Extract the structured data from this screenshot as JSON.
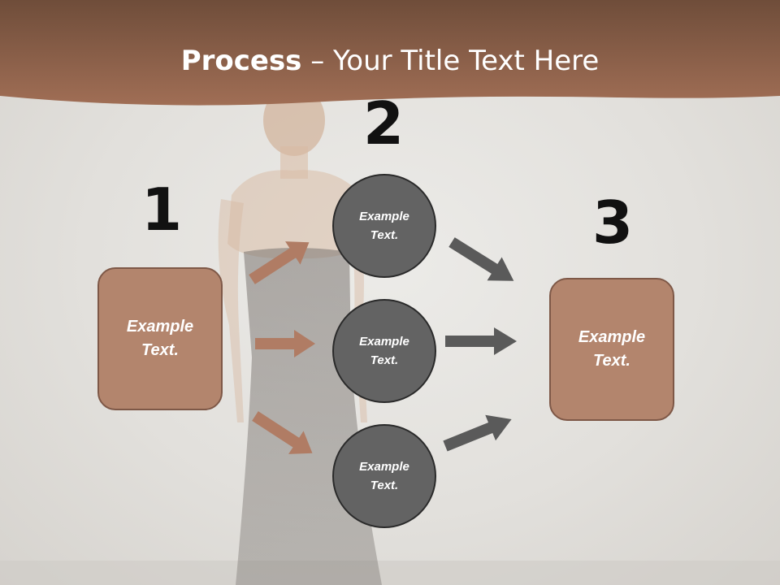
{
  "title": {
    "bold": "Process",
    "rest": " – Your Title Text Here"
  },
  "steps": [
    {
      "number": "1",
      "box": "Example Text."
    },
    {
      "number": "2",
      "circles": [
        "Example Text.",
        "Example Text.",
        "Example Text."
      ]
    },
    {
      "number": "3",
      "box": "Example Text."
    }
  ],
  "colors": {
    "header": "#9d6a50",
    "box": "#b3856d",
    "circle": "#636363",
    "arrow_left": "#b07c64",
    "arrow_right": "#5a5a5a"
  }
}
